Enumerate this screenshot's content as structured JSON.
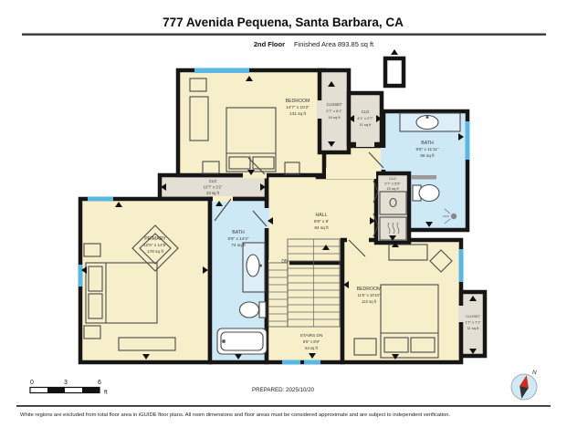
{
  "header": {
    "title": "777 Avenida Pequena, Santa Barbara, CA",
    "floor": "2nd Floor",
    "finished_area": "Finished Area 893.85 sq ft"
  },
  "plan": {
    "rooms": {
      "bedroom_top": {
        "name": "BEDROOM",
        "dims": "14'7\" x 10'2\"",
        "area": "131 sq ft"
      },
      "closet_top": {
        "name": "CLOSET",
        "dims": "2'7\" x 6'1\"",
        "area": "16 sq ft"
      },
      "clo_top": {
        "name": "CLO",
        "dims": "4'1\" x 2'7\"",
        "area": "11 sq ft"
      },
      "bath_right": {
        "name": "BATH",
        "dims": "8'5\" x 11'11\"",
        "area": "66 sq ft"
      },
      "clo_utility": {
        "name": "CLO",
        "dims": "2'7\" x 5'9\"",
        "area": "15 sq ft"
      },
      "clo_hall": {
        "name": "CLO",
        "dims": "10'7\" x 2'2\"",
        "area": "23 sq ft"
      },
      "primary": {
        "name": "PRIMARY",
        "dims": "12'5\" x 14'5\"",
        "area": "178 sq ft"
      },
      "bath_left": {
        "name": "BATH",
        "dims": "5'5\" x 14'4\"",
        "area": "74 sq ft"
      },
      "hall": {
        "name": "HALL",
        "dims": "9'8\" x 8'",
        "area": "84 sq ft"
      },
      "stairs": {
        "name": "STAIRS DN",
        "dims": "6'5\" x 8'9\"",
        "area": "54 sq ft"
      },
      "bedroom_bottom": {
        "name": "BEDROOM",
        "dims": "11'6\" x 10'10\"",
        "area": "122 sq ft"
      },
      "closet_bottom": {
        "name": "CLOSET",
        "dims": "1'7\" x 7'1\"",
        "area": "11 sq ft"
      }
    },
    "labels": {
      "dn": "DN"
    }
  },
  "footer": {
    "scale": {
      "t0": "0",
      "t3": "3",
      "t6": "6",
      "unit": "ft"
    },
    "prepared": "PREPARED: 2025/10/20",
    "compass_n": "N",
    "disclaimer": "White regions are excluded from total floor area in iGUIDE floor plans. All room dimensions and floor areas must be considered approximate and are subject to independent verification."
  },
  "colors": {
    "wall": "#161616",
    "room_fill": "#f7eeca",
    "bath_fill": "#cde9f6",
    "closet_fill": "#e3dfd4",
    "window_accent": "#58b7e3",
    "compass_red": "#d42a1e"
  }
}
